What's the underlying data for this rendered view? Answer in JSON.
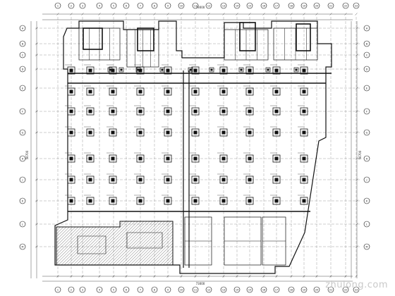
{
  "title": "",
  "watermark": "zhulong.com",
  "colors": {
    "line": "#111111",
    "grid": "#333333",
    "hatch": "#555555",
    "watermark": "#c9c9c9"
  },
  "dim_labels": {
    "top_total": "73000",
    "bottom_total": "73000",
    "left_total": "56700",
    "right_total": "56700"
  },
  "axis_numbers_top": [
    "1",
    "2",
    "3",
    "4",
    "5",
    "6",
    "7",
    "8",
    "9",
    "10",
    "11",
    "12",
    "13",
    "14",
    "15",
    "16",
    "17",
    "18",
    "19",
    "20",
    "21",
    "22",
    "23"
  ],
  "axis_letters_left": [
    "A",
    "B",
    "C",
    "D",
    "E",
    "F",
    "G",
    "H",
    "J",
    "K",
    "L",
    "M"
  ]
}
